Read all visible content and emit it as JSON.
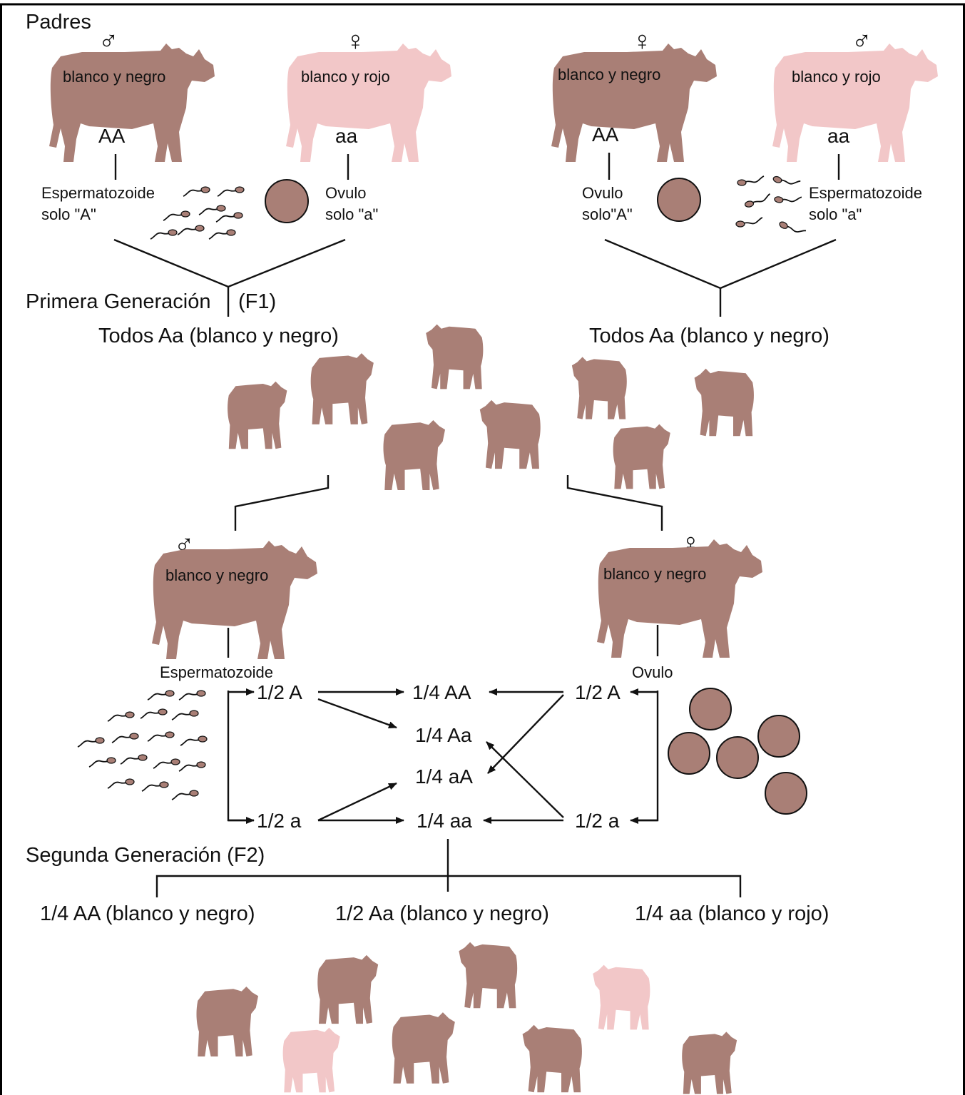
{
  "colors": {
    "dominant": "#a97f76",
    "recessive": "#f2c7c8",
    "egg": "#a97f76",
    "ink": "#111111",
    "border": "#000000"
  },
  "parents": {
    "heading": "Padres",
    "left_cross": {
      "male": {
        "symbol": "♂",
        "phenotype": "blanco y negro",
        "genotype": "AA",
        "gamete_name": "Espermatozoide",
        "gamete_allele": "solo \"A\""
      },
      "female": {
        "symbol": "♀",
        "phenotype": "blanco y rojo",
        "genotype": "aa",
        "gamete_name": "Ovulo",
        "gamete_allele": "solo \"a\""
      },
      "result": "Todos Aa (blanco y negro)"
    },
    "right_cross": {
      "female": {
        "symbol": "♀",
        "phenotype": "blanco y negro",
        "genotype": "AA",
        "gamete_name": "Ovulo",
        "gamete_allele": "solo\"A\""
      },
      "male": {
        "symbol": "♂",
        "phenotype": "blanco y rojo",
        "genotype": "aa",
        "gamete_name": "Espermatozoide",
        "gamete_allele": "solo \"a\""
      },
      "result": "Todos Aa (blanco y negro)"
    }
  },
  "f1": {
    "heading": "Primera Generación",
    "tag": "(F1)",
    "male": {
      "symbol": "♂",
      "phenotype": "blanco y negro",
      "gamete_name": "Espermatozoide"
    },
    "female": {
      "symbol": "♀",
      "phenotype": "blanco y negro",
      "gamete_name": "Ovulo"
    }
  },
  "punnett": {
    "sperm_A": "1/2 A",
    "sperm_a": "1/2 a",
    "egg_A": "1/2 A",
    "egg_a": "1/2 a",
    "AA": "1/4 AA",
    "Aa": "1/4 Aa",
    "aA": "1/4 aA",
    "aa": "1/4 aa"
  },
  "f2": {
    "heading": "Segunda Generación (F2)",
    "outcomes": [
      "1/4 AA (blanco y negro)",
      "1/2 Aa (blanco y negro)",
      "1/4 aa (blanco y rojo)"
    ],
    "calf_colors": [
      "dominant",
      "dominant",
      "dominant",
      "recessive",
      "recessive",
      "dominant",
      "dominant",
      "dominant"
    ]
  }
}
